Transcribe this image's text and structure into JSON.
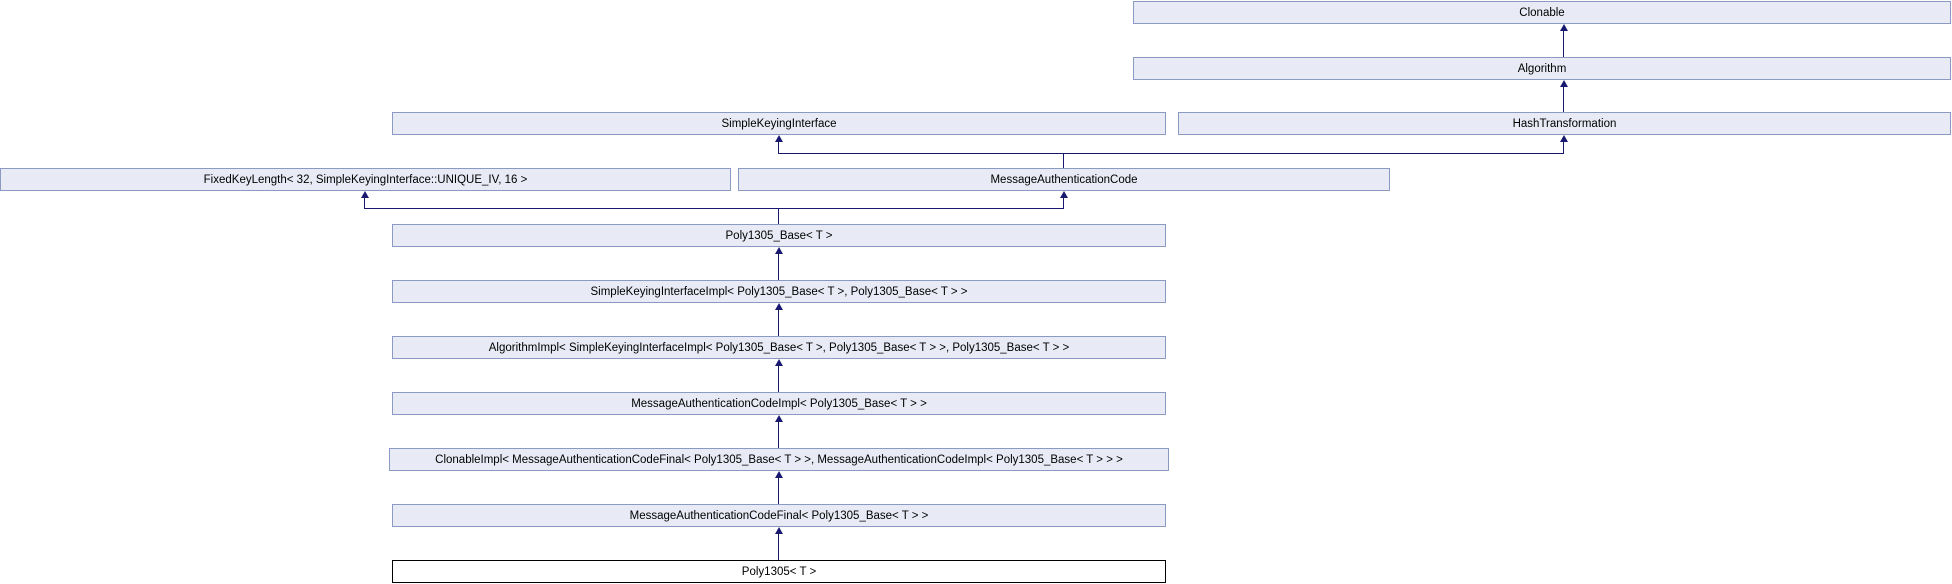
{
  "diagram": {
    "kind": "class-inheritance-graph",
    "colors": {
      "background": "#ffffff",
      "node_fill": "#e8ebf5",
      "node_border": "#8a9ac2",
      "current_node_fill": "#ffffff",
      "current_node_border": "#000000",
      "edge": "#191970",
      "text": "#000000"
    },
    "nodes": [
      {
        "id": "clonable",
        "label": "Clonable"
      },
      {
        "id": "algorithm",
        "label": "Algorithm"
      },
      {
        "id": "simple-keying-interface",
        "label": "SimpleKeyingInterface"
      },
      {
        "id": "hash-transformation",
        "label": "HashTransformation"
      },
      {
        "id": "fixed-key-length",
        "label": "FixedKeyLength< 32, SimpleKeyingInterface::UNIQUE_IV, 16 >"
      },
      {
        "id": "message-authentication-code",
        "label": "MessageAuthenticationCode"
      },
      {
        "id": "poly1305-base",
        "label": "Poly1305_Base< T >"
      },
      {
        "id": "simple-keying-interface-impl",
        "label": "SimpleKeyingInterfaceImpl< Poly1305_Base< T >, Poly1305_Base< T > >"
      },
      {
        "id": "algorithm-impl",
        "label": "AlgorithmImpl< SimpleKeyingInterfaceImpl< Poly1305_Base< T >, Poly1305_Base< T > >, Poly1305_Base< T > >"
      },
      {
        "id": "message-authentication-code-impl",
        "label": "MessageAuthenticationCodeImpl< Poly1305_Base< T > >"
      },
      {
        "id": "clonable-impl",
        "label": "ClonableImpl< MessageAuthenticationCodeFinal< Poly1305_Base< T > >, MessageAuthenticationCodeImpl< Poly1305_Base< T > > >"
      },
      {
        "id": "message-authentication-code-final",
        "label": "MessageAuthenticationCodeFinal< Poly1305_Base< T > >"
      },
      {
        "id": "poly1305",
        "label": "Poly1305< T >"
      }
    ],
    "edges": [
      {
        "from": "algorithm",
        "to": "clonable"
      },
      {
        "from": "hash-transformation",
        "to": "algorithm"
      },
      {
        "from": "message-authentication-code",
        "to": "simple-keying-interface"
      },
      {
        "from": "message-authentication-code",
        "to": "hash-transformation"
      },
      {
        "from": "poly1305-base",
        "to": "fixed-key-length"
      },
      {
        "from": "poly1305-base",
        "to": "message-authentication-code"
      },
      {
        "from": "simple-keying-interface-impl",
        "to": "poly1305-base"
      },
      {
        "from": "algorithm-impl",
        "to": "simple-keying-interface-impl"
      },
      {
        "from": "message-authentication-code-impl",
        "to": "algorithm-impl"
      },
      {
        "from": "clonable-impl",
        "to": "message-authentication-code-impl"
      },
      {
        "from": "message-authentication-code-final",
        "to": "clonable-impl"
      },
      {
        "from": "poly1305",
        "to": "message-authentication-code-final"
      }
    ]
  }
}
